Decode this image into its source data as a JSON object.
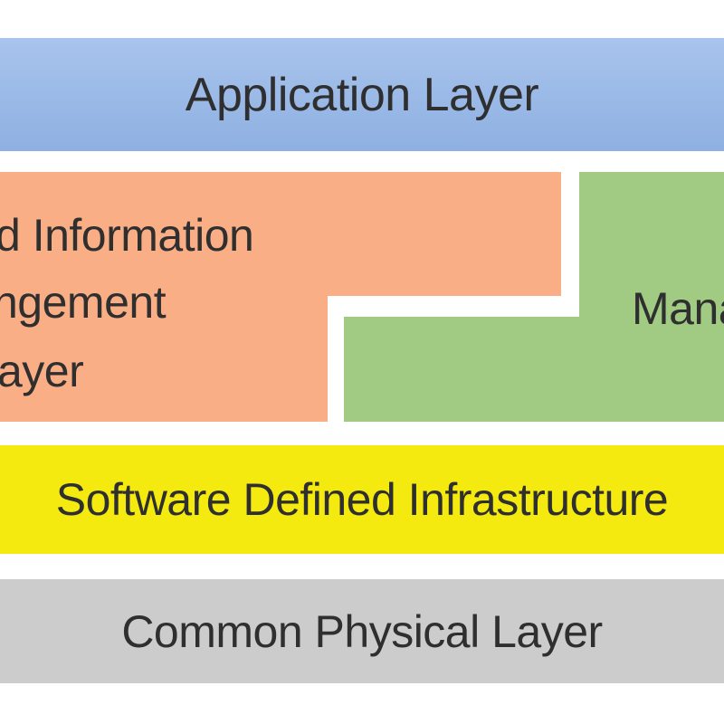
{
  "layers": {
    "application": {
      "label": "Application Layer",
      "color": "#9bbae8"
    },
    "information_management": {
      "lines": [
        "d Information",
        "ngement",
        "ayer"
      ],
      "color": "#f9ae86"
    },
    "management": {
      "label": "Mana",
      "color": "#a1cb83"
    },
    "software_defined_infrastructure": {
      "label": "Software Defined Infrastructure",
      "color": "#f5ea0f"
    },
    "common_physical": {
      "label": "Common Physical Layer",
      "color": "#cccccc"
    }
  }
}
